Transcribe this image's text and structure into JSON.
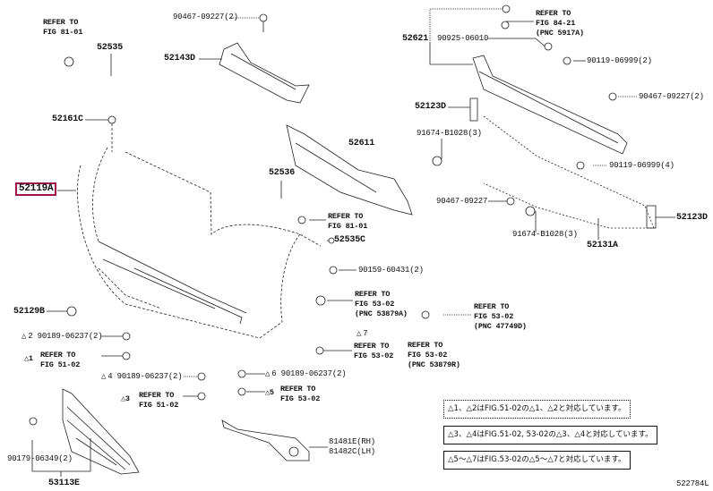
{
  "diagram_id": "522784L",
  "highlight_color": "#a0164a",
  "parts": {
    "p52119A": "52119A",
    "p52535": "52535",
    "p52143D": "52143D",
    "p52161C": "52161C",
    "p52611": "52611",
    "p52536": "52536",
    "p52535C": "52535C",
    "p52129B": "52129B",
    "p53113E": "53113E",
    "p81481E": "81481E(RH)",
    "p81482C": "81482C(LH)",
    "p52621": "52621",
    "p52123D_a": "52123D",
    "p52123D_b": "52123D",
    "p52131A": "52131A",
    "f90467_a": "90467-09227(2)",
    "f90467_b": "90467-09227(2)",
    "f90467_c": "90467-09227",
    "f90925": "90925-06010",
    "f90119_a": "90119-06999(2)",
    "f90119_b": "90119-06999(4)",
    "f91674_a": "91674-B1028(3)",
    "f91674_b": "91674-B1028(3)",
    "f90159": "90159-60431(2)",
    "f90189_a": "90189-06237(2)",
    "f90189_b": "90189-06237(2)",
    "f90189_c": "90189-06237(2)",
    "f90179": "90179-06349(2)"
  },
  "refs": {
    "r8101_a": [
      "REFER TO",
      "FIG 81-01"
    ],
    "r8101_b": [
      "REFER TO",
      "FIG 81-01"
    ],
    "r8421": [
      "REFER TO",
      "FIG 84-21",
      "(PNC 5917A)"
    ],
    "r5302_a": [
      "REFER TO",
      "FIG 53-02",
      "(PNC 53879A)"
    ],
    "r5302_b": [
      "REFER TO",
      "FIG 53-02",
      "(PNC 47749D)"
    ],
    "r5302_c": [
      "REFER TO",
      "FIG 53-02"
    ],
    "r5302_d": [
      "REFER TO",
      "FIG 53-02",
      "(PNC 53879R)"
    ],
    "r5302_e": [
      "REFER TO",
      "FIG 53-02"
    ],
    "r5102_a": [
      "REFER TO",
      "FIG 51-02"
    ],
    "r5102_b": [
      "REFER TO",
      "FIG 51-02"
    ]
  },
  "triangles": {
    "t1": "1",
    "t2": "2",
    "t3": "3",
    "t4": "4",
    "t5": "5",
    "t6": "6",
    "t7": "7"
  },
  "notes": [
    "△1、△2はFIG.51-02の△1、△2と対応しています。",
    "△3、△4はFIG.51-02, 53-02の△3、△4と対応しています。",
    "△5～△7はFIG.53-02の△5～△7と対応しています。"
  ]
}
